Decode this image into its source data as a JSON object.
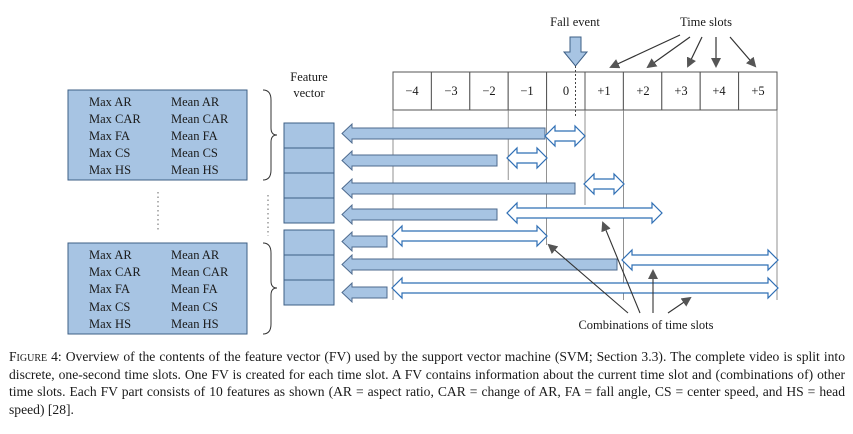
{
  "diagram": {
    "fall_event_label": "Fall event",
    "time_slots_label": "Time slots",
    "feature_vector_label_line1": "Feature",
    "feature_vector_label_line2": "vector",
    "combinations_label": "Combinations of time slots",
    "time_slots": [
      "−4",
      "−3",
      "−2",
      "−1",
      "0",
      "+1",
      "+2",
      "+3",
      "+4",
      "+5"
    ],
    "feature_blocks": [
      {
        "left": [
          "Max AR",
          "Max CAR",
          "Max FA",
          "Max CS",
          "Max HS"
        ],
        "right": [
          "Mean AR",
          "Mean CAR",
          "Mean FA",
          "Mean CS",
          "Mean HS"
        ]
      },
      {
        "left": [
          "Max AR",
          "Max CAR",
          "Max FA",
          "Max CS",
          "Max HS"
        ],
        "right": [
          "Mean AR",
          "Mean CAR",
          "Mean FA",
          "Mean CS",
          "Mean HS"
        ]
      }
    ],
    "colors": {
      "block_fill": "#a7c4e3",
      "block_border": "#3d5f86",
      "arrow_blue": "#2f6fb5",
      "arrow_gray": "#9e9e9e"
    }
  },
  "caption": {
    "figure_label": "Figure 4:",
    "text": " Overview of the contents of the feature vector (FV) used by the support vector machine (SVM; Section 3.3). The complete video is split into discrete, one-second time slots. One FV is created for each time slot. A FV contains information about the current time slot and (combinations of) other time slots. Each FV part consists of 10 features as shown (AR = aspect ratio, CAR = change of AR, FA = fall angle, CS = center speed, and HS = head speed) [28]."
  }
}
